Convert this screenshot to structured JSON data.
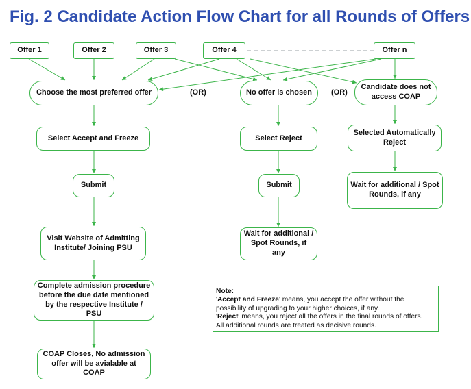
{
  "title": "Fig. 2 Candidate Action Flow Chart for all Rounds of Offers",
  "offers": [
    "Offer 1",
    "Offer 2",
    "Offer 3",
    "Offer 4",
    "Offer n"
  ],
  "nodes": {
    "choose_preferred": "Choose the most preferred offer",
    "no_offer": "No offer is chosen",
    "no_access": "Candidate does not access COAP",
    "accept_freeze": "Select Accept and Freeze",
    "select_reject": "Select Reject",
    "auto_reject": "Selected Automatically Reject",
    "submit_left": "Submit",
    "submit_mid": "Submit",
    "wait_right": "Wait for additional / Spot Rounds, if any",
    "visit_website": "Visit Website of Admitting Institute/ Joining PSU",
    "wait_mid": "Wait for additional / Spot Rounds, if any",
    "complete_admission": "Complete admission procedure before the due date mentioned by the respective Institute / PSU",
    "coap_closes": "COAP Closes, No admission offer will be avialable at COAP"
  },
  "or_labels": [
    "(OR)",
    "(OR)"
  ],
  "note": {
    "heading": "Note:",
    "line1_term": "Accept and Freeze",
    "line1_text": " means, you accept the offer without the possibility of upgrading to your higher choices, if any.",
    "line2_term": "Reject",
    "line2_text": " means, you reject all the offers in the final rounds of offers.",
    "line3": "All additional rounds are treated as decisive rounds."
  },
  "colors": {
    "title": "#2f4fb0",
    "border": "#3cb54a",
    "arrow": "#3cb54a",
    "dashed": "#9aa0a6"
  }
}
